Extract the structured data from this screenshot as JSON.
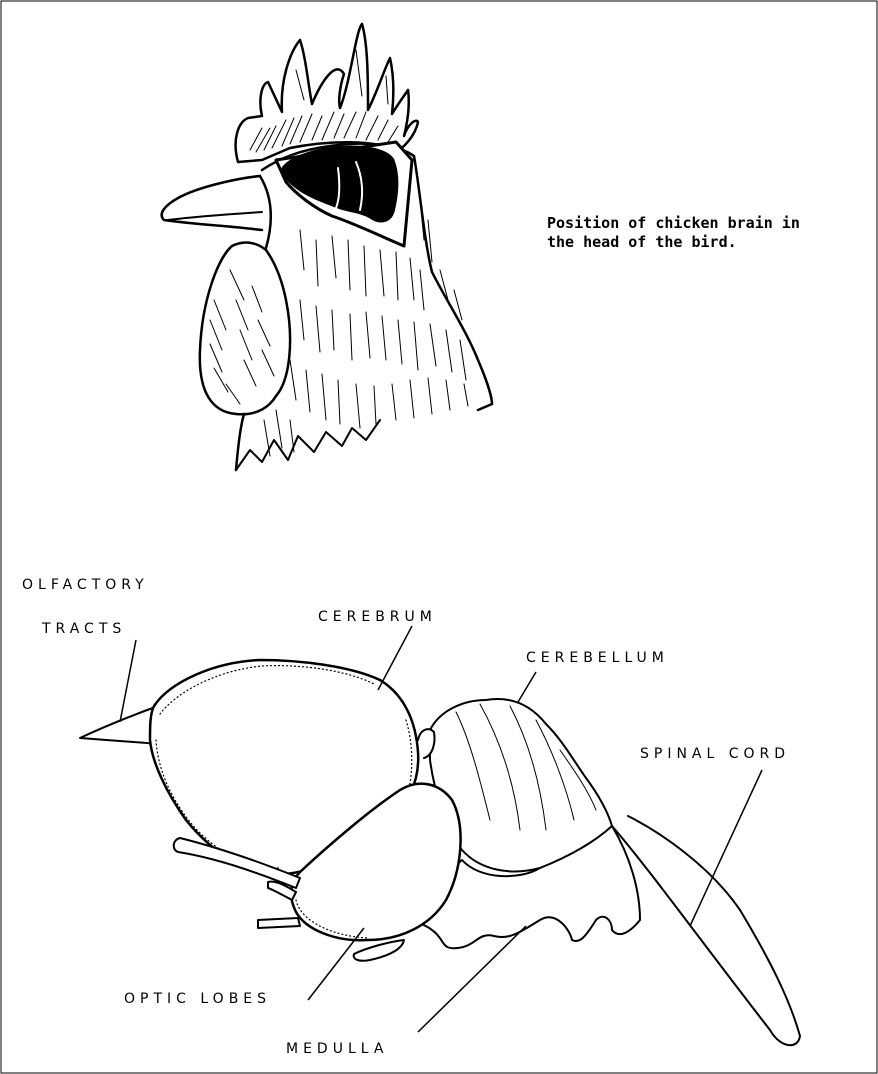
{
  "caption": {
    "line1": "Position of chicken brain in",
    "line2": "the head of the bird."
  },
  "labels": {
    "olfactory_1": "OLFACTORY",
    "olfactory_2": "TRACTS",
    "cerebrum": "CEREBRUM",
    "cerebellum": "CEREBELLUM",
    "spinal_cord": "SPINAL CORD",
    "optic_lobes": "OPTIC LOBES",
    "medulla": "MEDULLA"
  },
  "colors": {
    "ink": "#000000",
    "paper": "#ffffff"
  }
}
